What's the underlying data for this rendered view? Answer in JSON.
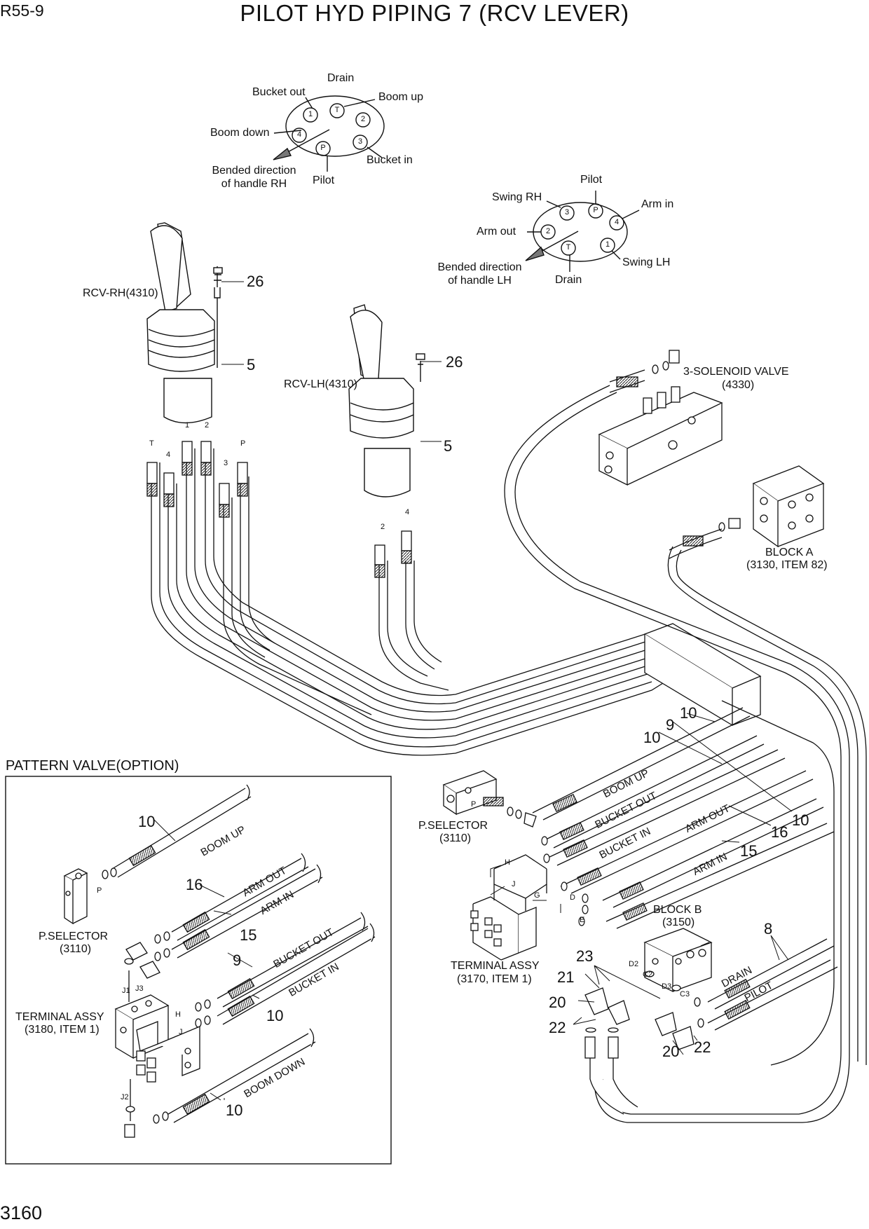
{
  "header": {
    "model": "R55-9",
    "title": "PILOT HYD PIPING 7 (RCV LEVER)"
  },
  "footer": {
    "page_number": "3160"
  },
  "rh_port_diagram": {
    "drain": "Drain",
    "bucket_out": "Bucket out",
    "boom_up": "Boom up",
    "boom_down": "Boom down",
    "bucket_in": "Bucket in",
    "pilot": "Pilot",
    "bend_note_1": "Bended direction",
    "bend_note_2": "of handle RH",
    "ports": [
      "1",
      "T",
      "2",
      "4",
      "P",
      "3"
    ]
  },
  "lh_port_diagram": {
    "pilot": "Pilot",
    "swing_rh": "Swing RH",
    "arm_in": "Arm in",
    "arm_out": "Arm out",
    "swing_lh": "Swing LH",
    "drain": "Drain",
    "bend_note_1": "Bended direction",
    "bend_note_2": "of handle LH",
    "ports": [
      "3",
      "P",
      "4",
      "2",
      "T",
      "1"
    ]
  },
  "main": {
    "rcv_rh": "RCV-RH(4310)",
    "rcv_lh": "RCV-LH(4310)",
    "solenoid_1": "3-SOLENOID VALVE",
    "solenoid_2": "(4330)",
    "block_a_1": "BLOCK A",
    "block_a_2": "(3130, ITEM 82)",
    "block_b_1": "BLOCK B",
    "block_b_2": "(3150)",
    "p_selector_1": "P.SELECTOR",
    "p_selector_2": "(3110)",
    "terminal_1": "TERMINAL ASSY",
    "terminal_2": "(3170, ITEM 1)",
    "hose_labels": {
      "boom_up": "BOOM UP",
      "bucket_out": "BUCKET OUT",
      "bucket_in": "BUCKET IN",
      "arm_out": "ARM OUT",
      "arm_in": "ARM IN",
      "drain": "DRAIN",
      "pilot": "PILOT"
    },
    "rh_hose_ports": [
      "T",
      "4",
      "1",
      "2",
      "3",
      "P"
    ],
    "lh_hose_ports": [
      "2",
      "4"
    ],
    "terminal_ports": [
      "H",
      "J",
      "G",
      "D",
      "E",
      "P"
    ],
    "block_b_ports": [
      "D2",
      "C2",
      "D3",
      "C3"
    ],
    "callouts": {
      "c26a": "26",
      "c5a": "5",
      "c26b": "26",
      "c5b": "5",
      "c10a": "10",
      "c9": "9",
      "c10b": "10",
      "c10c": "10",
      "c16": "16",
      "c15": "15",
      "c8": "8",
      "c23": "23",
      "c21": "21",
      "c20a": "20",
      "c22a": "22",
      "c20b": "20",
      "c22b": "22"
    }
  },
  "inset": {
    "title": "PATTERN VALVE(OPTION)",
    "p_selector_1": "P.SELECTOR",
    "p_selector_2": "(3110)",
    "terminal_1": "TERMINAL ASSY",
    "terminal_2": "(3180, ITEM 1)",
    "hose_labels": {
      "boom_up": "BOOM UP",
      "arm_out": "ARM OUT",
      "arm_in": "ARM IN",
      "bucket_out": "BUCKET OUT",
      "bucket_in": "BUCKET IN",
      "boom_down": "BOOM DOWN"
    },
    "ports": {
      "p": "P",
      "j1": "J1",
      "j3": "J3",
      "h": "H",
      "j": "J",
      "j2": "J2"
    },
    "callouts": {
      "c10a": "10",
      "c16": "16",
      "c15": "15",
      "c9": "9",
      "c10b": "10",
      "c10c": "10"
    }
  }
}
